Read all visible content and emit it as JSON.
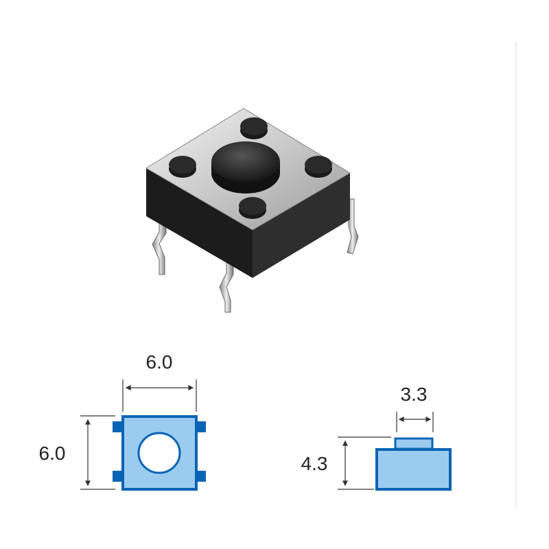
{
  "product": {
    "image": "tactile-switch-6x6-render"
  },
  "top_view": {
    "width_label": "6.0",
    "height_label": "6.0"
  },
  "side_view": {
    "plunger_width_label": "3.3",
    "height_label": "4.3"
  },
  "colors": {
    "fill": "#9ccbf0",
    "stroke": "#0a64b4",
    "dimension": "#222222"
  }
}
